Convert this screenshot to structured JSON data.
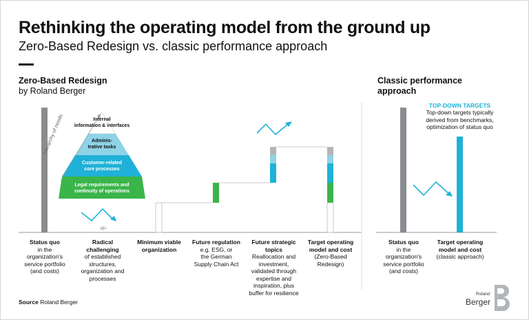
{
  "title": "Rethinking the operating model from the ground up",
  "subtitle": "Zero-Based Redesign vs. classic performance approach",
  "left_section": {
    "title_line1": "Zero-Based Redesign",
    "title_line2": "by Roland Berger"
  },
  "right_section": {
    "title_line1": "Classic performance",
    "title_line2": "approach"
  },
  "pyramid": {
    "axis_label": "Hierarchy of needs",
    "levels": [
      {
        "line1": "Internal",
        "line2": "information & interfaces"
      },
      {
        "line1": "Adminis-",
        "line2": "trative tasks"
      },
      {
        "line1": "Customer-related",
        "line2": "core processes"
      },
      {
        "line1": "Legal requirements and",
        "line2": "continuity of operations"
      }
    ]
  },
  "columns": [
    {
      "head": "Status quo",
      "lines": [
        "in the",
        "organization's",
        "service portfolio",
        "(and costs)"
      ]
    },
    {
      "head": "Radical",
      "head2": "challenging",
      "lines": [
        "of established",
        "structures,",
        "organization and",
        "processes"
      ]
    },
    {
      "head": "Minimum viable",
      "head2": "organization",
      "lines": []
    },
    {
      "head": "Future regulation",
      "lines": [
        "e.g. ESG, or",
        "the German",
        "Supply Chain Act"
      ]
    },
    {
      "head": "Future strategic",
      "head2": "topics",
      "lines": [
        "Reallocation and",
        "investment,",
        "validated through",
        "expertise and",
        "inspiration, plus",
        "buffer for resilience"
      ]
    },
    {
      "head": "Target operating",
      "head2": "model and cost",
      "lines": [
        "(Zero-Based",
        "Redesign)"
      ]
    },
    {
      "head": "Status quo",
      "lines": [
        "in the",
        "organization's",
        "service portfolio",
        "(and costs)"
      ]
    },
    {
      "head": "Target operating",
      "head2": "model and cost",
      "lines": [
        "(classic approach)"
      ]
    }
  ],
  "top_down": {
    "head": "TOP-DOWN TARGETS",
    "desc": [
      "Top-down targets typically",
      "derived from benchmarks,",
      "optimization of status quo"
    ]
  },
  "break_mark": "//",
  "source_label": "Source",
  "source_text": "Roland Berger",
  "logo": {
    "small": "Roland",
    "large": "Berger"
  },
  "colors": {
    "gray": "#8a8d90",
    "light_gray": "#b3b6b8",
    "light_blue": "#8fd3e6",
    "blue": "#1fb1d7",
    "green": "#3ab54a",
    "dark_teal": "#0e6f8a"
  }
}
